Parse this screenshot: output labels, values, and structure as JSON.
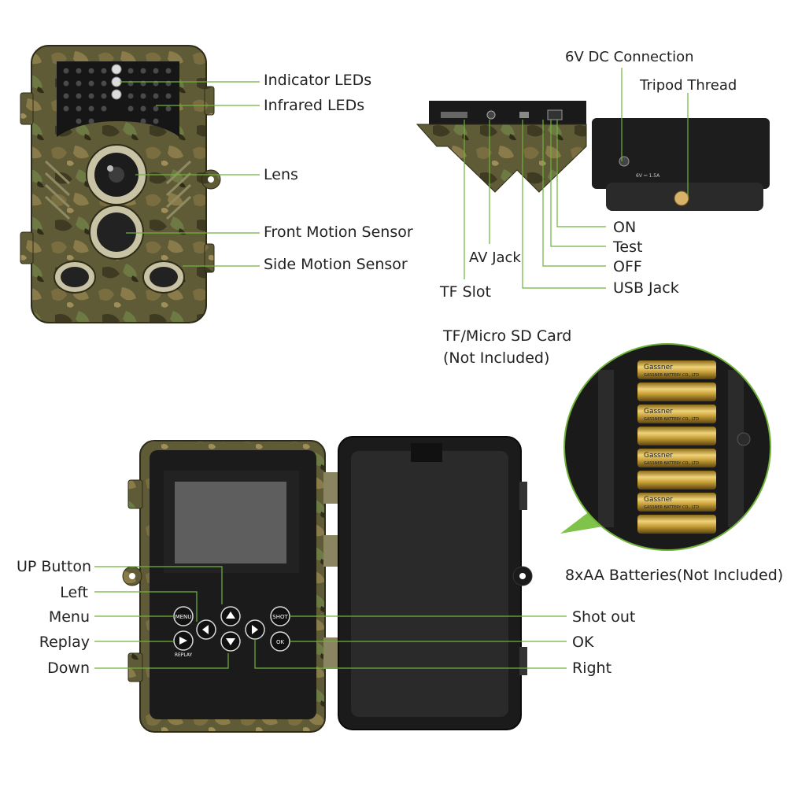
{
  "labels": {
    "indicator_leds": "Indicator LEDs",
    "infrared_leds": "Infrared LEDs",
    "lens": "Lens",
    "front_motion_sensor": "Front Motion Sensor",
    "side_motion_sensor": "Side Motion Sensor",
    "dc_connection": "6V DC Connection",
    "tripod_thread": "Tripod Thread",
    "on": "ON",
    "test": "Test",
    "off": "OFF",
    "av_jack": "AV Jack",
    "usb_jack": "USB Jack",
    "tf_slot": "TF Slot",
    "tf_card_line1": "TF/Micro SD Card",
    "tf_card_line2": "(Not Included)",
    "batteries": "8xAA Batteries(Not Included)",
    "up_button": "UP Button",
    "left": "Left",
    "menu": "Menu",
    "replay": "Replay",
    "down": "Down",
    "shot_out": "Shot out",
    "ok": "OK",
    "right": "Right"
  },
  "device": {
    "menu_btn": "MENU",
    "shot_btn": "SHOT",
    "ok_btn": "OK",
    "replay_btn": "REPLAY",
    "dc_rating": "6V ⎓ 1.5A",
    "battery_brand": "Gassner",
    "battery_maker": "GASSNER BATTERY CO., LTD"
  },
  "colors": {
    "leader_line": "#6fb23a",
    "camo_base": "#5e5a36",
    "body_dark": "#1b1b1b",
    "battery_gold": "#c9a23a"
  }
}
